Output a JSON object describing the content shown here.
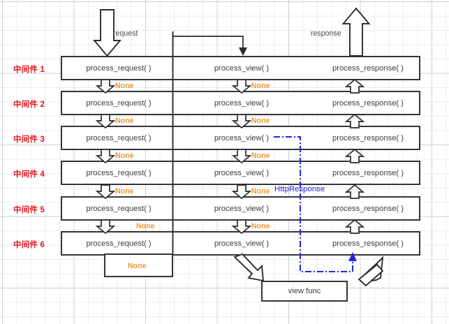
{
  "diagram": {
    "title": "Django middleware request/response flow",
    "colors": {
      "box_border": "#2b2b2b",
      "label_red": "#e8141a",
      "none_orange": "#e99a3c",
      "http_blue": "#2222dd",
      "text_grey": "#3b3b3b",
      "grid": "#aab9cd"
    },
    "top_labels": {
      "request": "request",
      "response": "response"
    },
    "columns": [
      {
        "key": "process_request",
        "label": "process_request( )"
      },
      {
        "key": "process_view",
        "label": "process_view( )"
      },
      {
        "key": "process_response",
        "label": "process_response( )"
      }
    ],
    "rows": [
      {
        "name": "中间件 1",
        "process_request": "process_request( )",
        "process_view": "process_view( )",
        "process_response": "process_response( )"
      },
      {
        "name": "中间件 2",
        "process_request": "process_request( )",
        "process_view": "process_view( )",
        "process_response": "process_response( )"
      },
      {
        "name": "中间件 3",
        "process_request": "process_request( )",
        "process_view": "process_view( )",
        "process_response": "process_response( )"
      },
      {
        "name": "中间件 4",
        "process_request": "process_request( )",
        "process_view": "process_view( )",
        "process_response": "process_response( )"
      },
      {
        "name": "中间件 5",
        "process_request": "process_request( )",
        "process_view": "process_view( )",
        "process_response": "process_response( )"
      },
      {
        "name": "中间件 6",
        "process_request": "process_request( )",
        "process_view": "process_view( )",
        "process_response": "process_response( )"
      }
    ],
    "gap_labels": {
      "request_column": [
        "None",
        "None",
        "None",
        "None",
        "None"
      ],
      "view_column": [
        "None",
        "None",
        "None",
        "None",
        "None"
      ],
      "below_last_box": "None"
    },
    "annotations": {
      "http_response": "HttpResponse"
    },
    "view_func": {
      "label": "view func"
    }
  }
}
